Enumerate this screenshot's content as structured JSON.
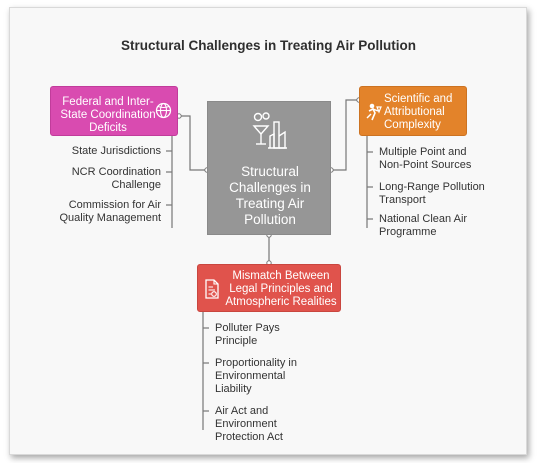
{
  "title": "Structural Challenges in Treating Air Pollution",
  "center": {
    "label": "Structural Challenges in Treating Air Pollution"
  },
  "left": {
    "label": "Federal and Inter-State Coordination Deficits",
    "items": [
      "State Jurisdictions",
      "NCR Coordination Challenge",
      "Commission for Air Quality Management"
    ]
  },
  "right": {
    "label": "Scientific and Attributional Complexity",
    "items": [
      "Multiple Point and Non-Point Sources",
      "Long-Range Pollution Transport",
      "National Clean Air Programme"
    ]
  },
  "bottom": {
    "label": "Mismatch Between Legal Principles and Atmospheric Realities",
    "items": [
      "Polluter Pays Principle",
      "Proportionality in Environmental Liability",
      "Air Act and Environment Protection Act"
    ]
  },
  "colors": {
    "left": "#d94bb0",
    "center": "#969696",
    "right": "#e3832a",
    "bottom": "#e0534c",
    "line": "#777777"
  },
  "icons": {
    "left": "globe-icon",
    "center": "factory-pollution-icon",
    "right": "scientist-icon",
    "bottom": "legal-document-icon"
  }
}
